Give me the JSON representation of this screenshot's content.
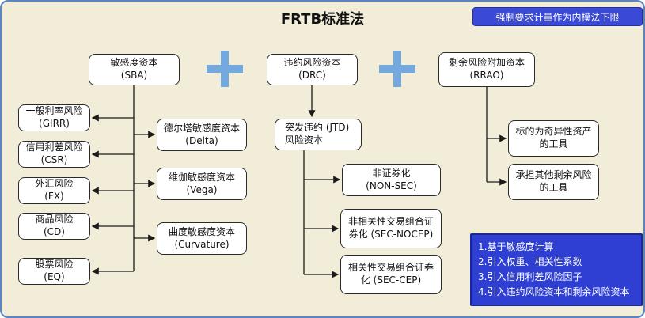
{
  "title": "FRTB标准法",
  "badge": "强制要求计量作为内模法下限",
  "nodes": {
    "sba": "敏感度资本\n(SBA)",
    "drc": "违约风险资本\n(DRC)",
    "rrao": "剩余风险附加资本\n(RRAO)",
    "girr": "一般利率风险\n(GIRR)",
    "csr": "信用利差风险\n(CSR)",
    "fx": "外汇风险\n(FX)",
    "cd": "商品风险\n(CD)",
    "eq": "股票风险\n(EQ)",
    "delta": "德尔塔敏感度资本\n(Delta)",
    "vega": "维伽敏感度资本\n(Vega)",
    "curvature": "曲度敏感度资本\n(Curvature)",
    "jtd": "突发违约 (JTD)\n风险资本",
    "nonsec": "非证券化\n(NON-SEC)",
    "secnocep": "非相关性交易组合证券化 (SEC-NOCEP)",
    "seccep": "相关性交易组合证券化 (SEC-CEP)",
    "exotic": "标的为奇异性资产\n的工具",
    "other": "承担其他剩余风险\n的工具"
  },
  "notes": [
    "1.基于敏感度计算",
    "2.引入权重、相关性系数",
    "3.引入信用利差风险因子",
    "4.引入违约风险资本和剩余风险资本"
  ],
  "colors": {
    "background": "#f2edd9",
    "frame_border": "#5b84c4",
    "box_border": "#2b2b2b",
    "plus_blue": "#74a9e0",
    "badge_bg": "#3a4ad6",
    "notes_bg": "#2e3fd1",
    "text": "#111111",
    "note_text": "#ffffff"
  }
}
